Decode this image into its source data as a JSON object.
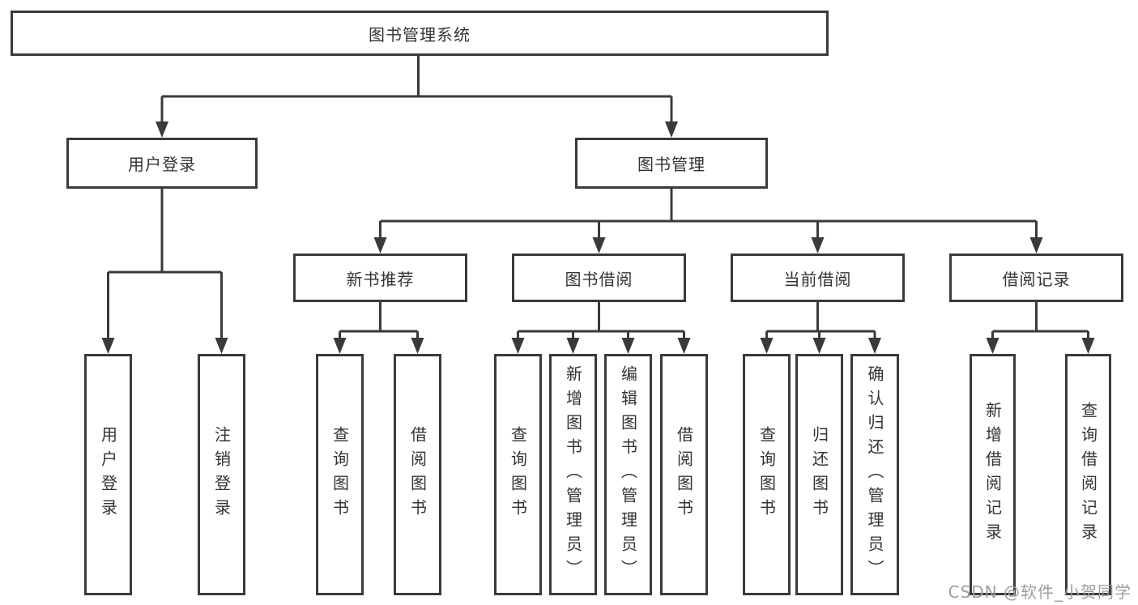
{
  "diagram": {
    "root": {
      "label": "图书管理系统"
    },
    "branches": [
      {
        "label": "用户登录",
        "children": [
          {
            "label": "用户登录"
          },
          {
            "label": "注销登录"
          }
        ]
      },
      {
        "label": "图书管理",
        "groups": [
          {
            "label": "新书推荐",
            "children": [
              {
                "label": "查询图书"
              },
              {
                "label": "借阅图书"
              }
            ]
          },
          {
            "label": "图书借阅",
            "children": [
              {
                "label": "查询图书"
              },
              {
                "label": "新增图书（管理员）"
              },
              {
                "label": "编辑图书（管理员）"
              },
              {
                "label": "借阅图书"
              }
            ]
          },
          {
            "label": "当前借阅",
            "children": [
              {
                "label": "查询图书"
              },
              {
                "label": "归还图书"
              },
              {
                "label": "确认归还（管理员）"
              }
            ]
          },
          {
            "label": "借阅记录",
            "children": [
              {
                "label": "新增借阅记录"
              },
              {
                "label": "查询借阅记录"
              }
            ]
          }
        ]
      }
    ]
  },
  "watermark": {
    "text": "CSDN @软件_小贺同学"
  },
  "colors": {
    "line": "#3a3a3a",
    "text": "#333333",
    "watermark": "#9e9e9e",
    "background": "#ffffff"
  }
}
